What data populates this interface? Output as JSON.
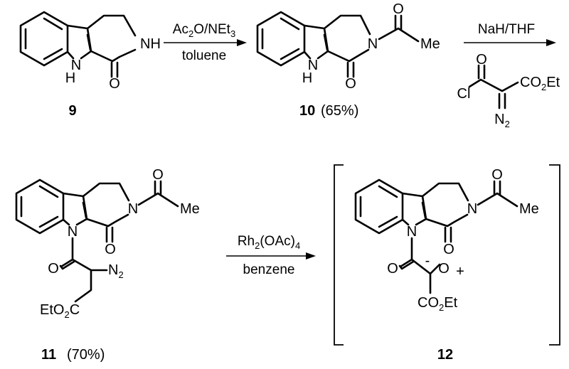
{
  "compounds": {
    "c9": {
      "number": "9"
    },
    "c10": {
      "number": "10",
      "yield": "(65%)"
    },
    "c11": {
      "number": "11",
      "yield": "(70%)"
    },
    "c12": {
      "number": "12"
    }
  },
  "reactions": {
    "step1": {
      "reagent": "Ac2O/NEt3",
      "solvent": "toluene"
    },
    "step2": {
      "reagent": "NaH/THF"
    },
    "step3": {
      "reagent": "Rh2(OAc)4",
      "solvent": "benzene"
    }
  },
  "atoms": {
    "N": "N",
    "H": "H",
    "NH": "NH",
    "O": "O",
    "Me": "Me",
    "Cl": "Cl",
    "CO2Et": "CO2Et",
    "EtO2C": "EtO2C",
    "N2": "N2",
    "minus": "-",
    "plus": "+"
  }
}
